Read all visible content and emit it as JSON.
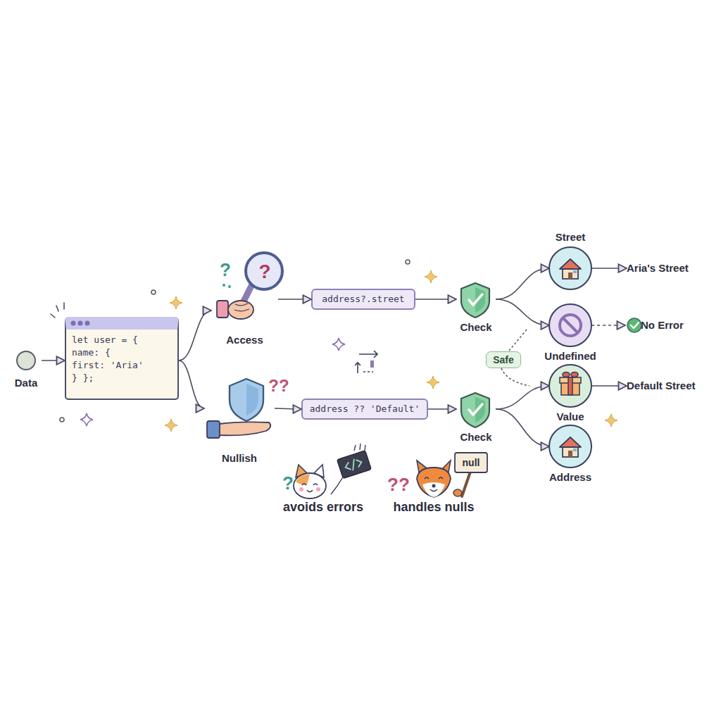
{
  "diagram": {
    "nodes": [
      {
        "text": [
          "Data"
        ]
      },
      {
        "text": [
          "let user = { name: { first: 'Aria' } };"
        ]
      },
      {
        "text": [
          "Access"
        ]
      },
      {
        "text": [
          "Nullish"
        ]
      },
      {
        "text": [
          "address?.street"
        ]
      },
      {
        "text": [
          "address ?? 'Default'"
        ]
      },
      {
        "text": [
          "Check"
        ]
      },
      {
        "text": [
          "Check"
        ]
      },
      {
        "text": [
          "Street"
        ]
      },
      {
        "text": [
          "Undefined"
        ]
      },
      {
        "text": [
          "Value"
        ]
      },
      {
        "text": [
          "Address"
        ]
      },
      {
        "text": [
          "Aria's Street"
        ]
      },
      {
        "text": [
          "No Error"
        ]
      },
      {
        "text": [
          "Default Street"
        ]
      },
      {
        "text": [
          "Safe"
        ]
      }
    ],
    "edges": [
      {
        "from": 0,
        "to": 1,
        "arrow": "to"
      },
      {
        "from": 1,
        "to": 2,
        "arrow": "to"
      },
      {
        "from": 1,
        "to": 3,
        "arrow": "to"
      },
      {
        "from": 2,
        "to": 4,
        "arrow": "to"
      },
      {
        "from": 3,
        "to": 5,
        "arrow": "to"
      },
      {
        "from": 4,
        "to": 6,
        "arrow": "to"
      },
      {
        "from": 5,
        "to": 7,
        "arrow": "to"
      },
      {
        "from": 6,
        "to": 8,
        "arrow": "to"
      },
      {
        "from": 6,
        "to": 9,
        "arrow": "to"
      },
      {
        "from": 7,
        "to": 10,
        "arrow": "to"
      },
      {
        "from": 7,
        "to": 11,
        "arrow": "to"
      },
      {
        "from": 8,
        "to": 12,
        "arrow": "to"
      },
      {
        "from": 9,
        "to": 13,
        "arrow": "to"
      },
      {
        "from": 10,
        "to": 14,
        "arrow": "to"
      }
    ],
    "labels": [
      "?",
      "?",
      "??",
      "?",
      "??",
      "null",
      "avoids errors",
      "handles nulls"
    ]
  }
}
